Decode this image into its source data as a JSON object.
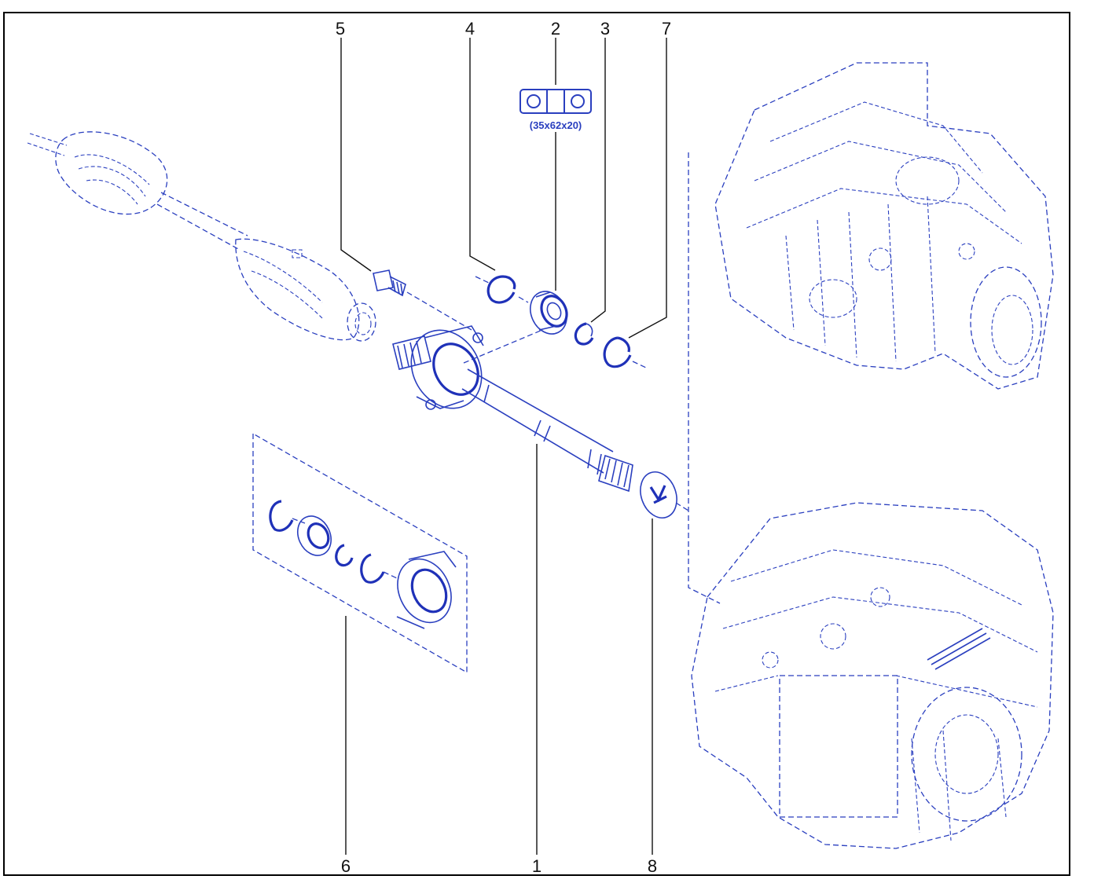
{
  "callouts": {
    "c1": "1",
    "c2": "2",
    "c3": "3",
    "c4": "4",
    "c5": "5",
    "c6": "6",
    "c7": "7",
    "c8": "8"
  },
  "bearing_size": "(35x62x20)",
  "colors": {
    "ink": "#2a3fbf",
    "leader": "#111111",
    "frame": "#000000"
  }
}
